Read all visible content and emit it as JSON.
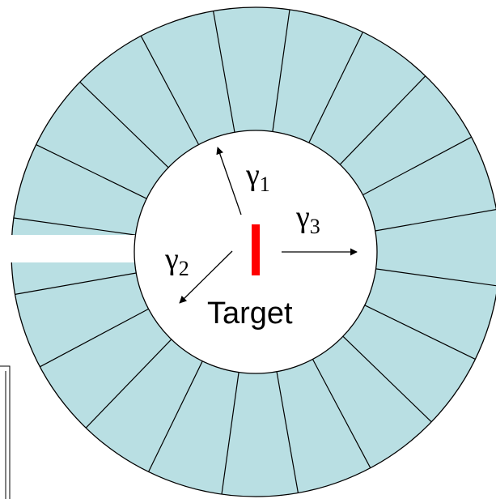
{
  "colors": {
    "detector_fill": "#b9dfe3",
    "outline": "#000000",
    "target": "#ff0000",
    "background": "#ffffff"
  },
  "detector": {
    "segment_count": 20
  },
  "target": {
    "label": "Target"
  },
  "gammas": [
    {
      "symbol": "γ",
      "subscript": "1"
    },
    {
      "symbol": "γ",
      "subscript": "2"
    },
    {
      "symbol": "γ",
      "subscript": "3"
    }
  ]
}
